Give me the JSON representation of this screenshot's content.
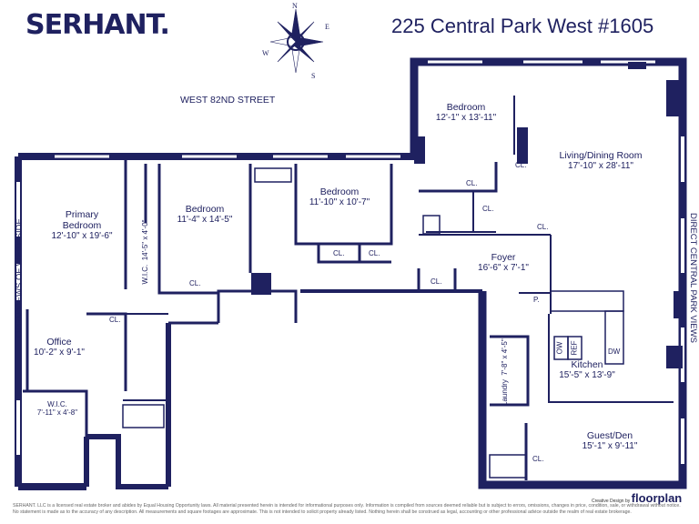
{
  "header": {
    "brand": "SERHANT.",
    "address": "225 Central Park West  #1605"
  },
  "compass": {
    "n": "N",
    "e": "E",
    "s": "S",
    "w": "W"
  },
  "street": "WEST 82ND STREET",
  "views": {
    "left": "OPEN VIEWS OF WEST SIDE",
    "right": "DIRECT CENTRAL PARK VIEWS"
  },
  "rooms": {
    "primary": {
      "name": "Primary\nBedroom",
      "dims": "12'-10\" x 19'-6\""
    },
    "bedroom2": {
      "name": "Bedroom",
      "dims": "11'-4\" x 14'-5\""
    },
    "bedroom3": {
      "name": "Bedroom",
      "dims": "11'-10\" x 10'-7\""
    },
    "bedroom4": {
      "name": "Bedroom",
      "dims": "12'-1\" x 13'-11\""
    },
    "living": {
      "name": "Living/Dining Room",
      "dims": "17'-10\" x 28'-11\""
    },
    "foyer": {
      "name": "Foyer",
      "dims": "16'-6\" x 7'-1\""
    },
    "office": {
      "name": "Office",
      "dims": "10'-2\" x 9'-1\""
    },
    "wic_small": {
      "name": "W.I.C.",
      "dims": "7'-11\" x 4'-8\""
    },
    "wic_tall": {
      "name": "W.I.C.",
      "dims": "14'-5\" x 4'-0\""
    },
    "laundry": {
      "name": "Laundry",
      "dims": "7'-8\" x 4'-5\""
    },
    "kitchen": {
      "name": "Kitchen",
      "dims": "15'-5\" x 13'-9\""
    },
    "guest": {
      "name": "Guest/Den",
      "dims": "15'-1\" x 9'-11\""
    }
  },
  "closet_label": "CL.",
  "pantry_label": "P.",
  "appliances": {
    "dw": "DW",
    "ow": "OW",
    "ref": "REF"
  },
  "credit": {
    "prefix": "Creative Design by",
    "brand": "floorplan"
  },
  "disclaimer": "SERHANT. LLC is a licensed real estate broker and abides by Equal Housing Opportunity laws. All material presented herein is intended for informational purposes only. Information is compiled from sources deemed reliable but is subject to errors, omissions, changes in price, condition, sale, or withdrawal without notice. No statement is made as to the accuracy of any description. All measurements and square footages are approximate. This is not intended to solicit property already listed. Nothing herein shall be construed as legal, accounting or other professional advice outside the realm of real estate brokerage.",
  "colors": {
    "wall": "#1f2160",
    "ink": "#1f2160"
  }
}
